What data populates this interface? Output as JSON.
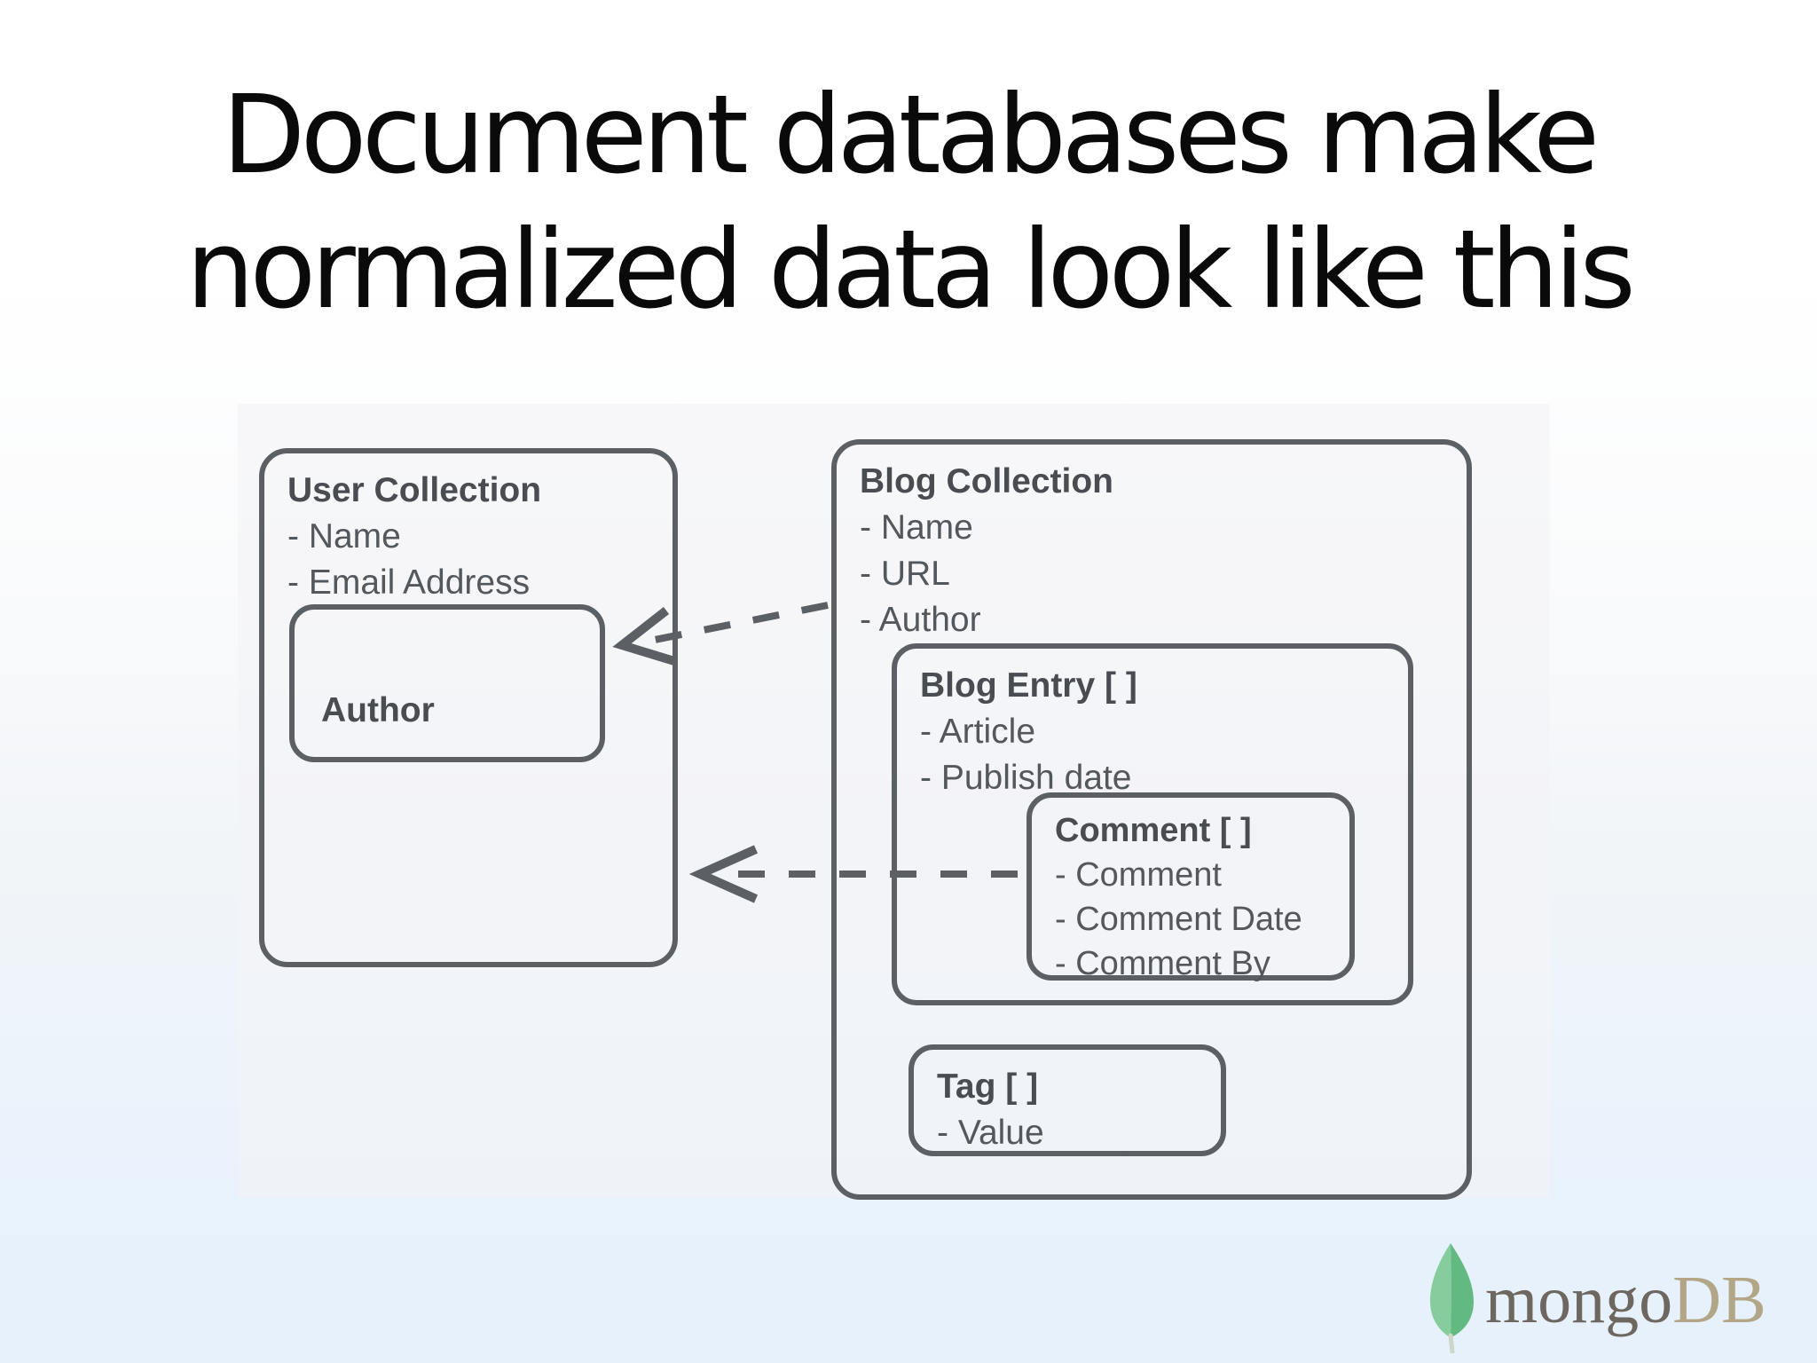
{
  "slide": {
    "title_line1": "Document databases make",
    "title_line2": "normalized data look like this"
  },
  "diagram": {
    "user_collection": {
      "title": "User Collection",
      "fields": [
        "- Name",
        "- Email Address"
      ],
      "author": {
        "title": "Author"
      }
    },
    "blog_collection": {
      "title": "Blog Collection",
      "fields": [
        "- Name",
        "- URL",
        "- Author"
      ],
      "blog_entry": {
        "title": "Blog Entry [ ]",
        "fields": [
          "- Article",
          "- Publish date"
        ],
        "comment": {
          "title": "Comment [ ]",
          "fields": [
            "- Comment",
            "- Comment Date",
            "- Comment By"
          ]
        }
      },
      "tag": {
        "title": "Tag [ ]",
        "fields": [
          "- Value"
        ]
      }
    },
    "arrows": [
      {
        "name": "author-reference-arrow"
      },
      {
        "name": "comment-by-reference-arrow"
      }
    ]
  },
  "logo": {
    "word_mongo": "mongo",
    "word_db": "DB"
  },
  "colors": {
    "box_border": "#5c5f63",
    "header_text": "#494c51",
    "item_text": "#54575c",
    "title_text": "#0a0a0b",
    "arrow": "#5c5f63",
    "logo_mongo": "#6d6760",
    "logo_db": "#b3a687",
    "leaf_light": "#85cd9d",
    "leaf_dark": "#63ba81",
    "background_bottom": "#e6f1fc"
  }
}
